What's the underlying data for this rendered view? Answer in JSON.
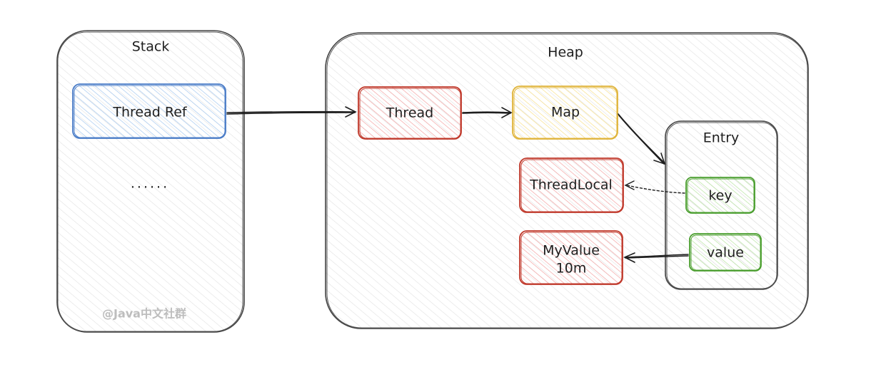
{
  "stack": {
    "title": "Stack",
    "thread_ref": "Thread Ref",
    "ellipsis": "......",
    "watermark": "@Java中文社群"
  },
  "heap": {
    "title": "Heap",
    "thread": "Thread",
    "map": "Map",
    "threadlocal": "ThreadLocal",
    "myvalue_line1": "MyValue",
    "myvalue_line2": "10m",
    "entry": {
      "title": "Entry",
      "key": "key",
      "value": "value"
    }
  },
  "colors": {
    "outline": "#1e1e1e",
    "blue_stroke": "#4a7cc7",
    "blue_fill": "#a5c8ef",
    "red_stroke": "#c0392b",
    "red_fill": "#f3a3a3",
    "yellow_stroke": "#e0b43a",
    "yellow_fill": "#f8e08a",
    "green_stroke": "#4a9e2e",
    "green_fill": "#b7e4a0",
    "hatch_gray": "#dcdcdc"
  }
}
